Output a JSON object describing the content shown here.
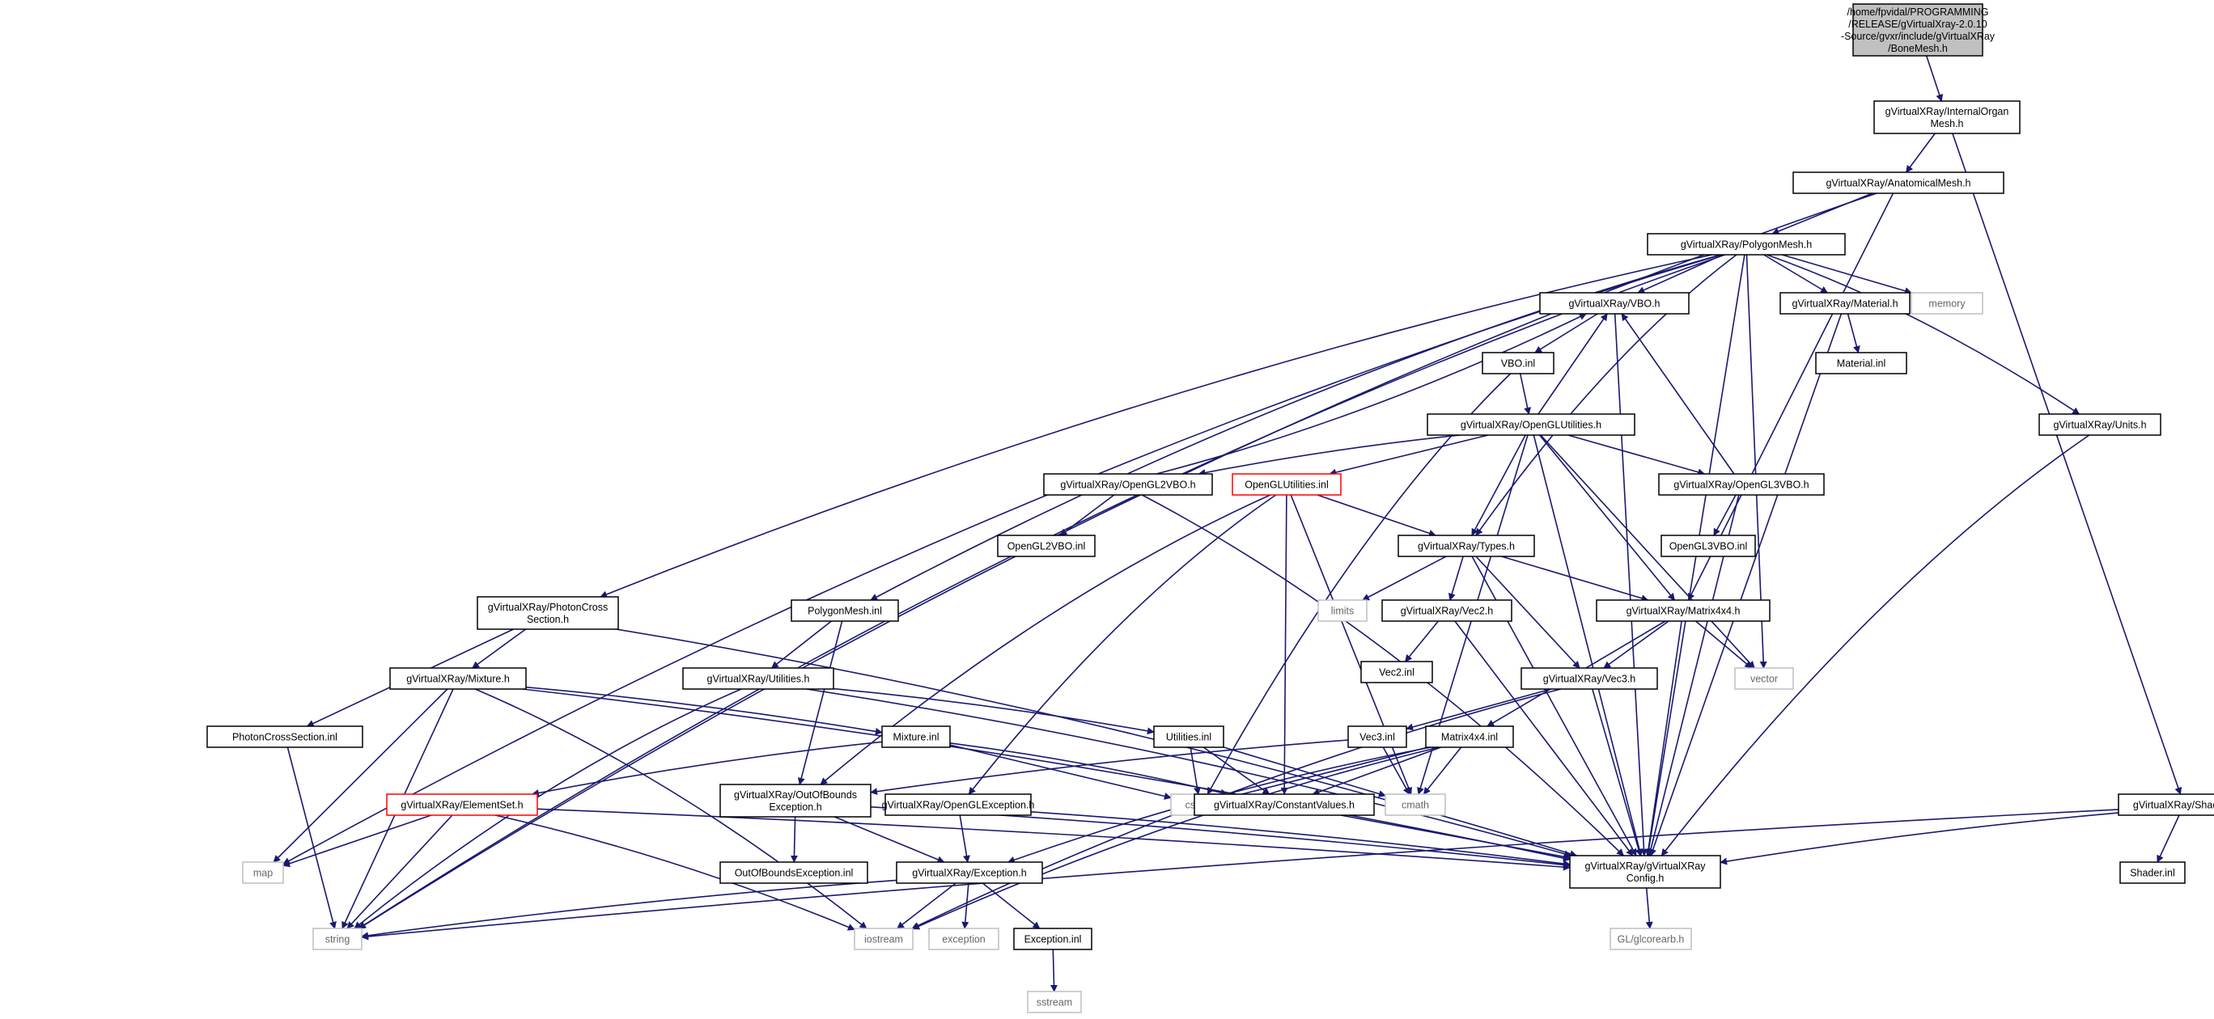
{
  "colors": {
    "edge": "#191970",
    "root_fill": "#c0c0c0",
    "node_fill": "#ffffff",
    "node_border": "#000000",
    "system_border": "#bfbfbf",
    "truncated_border": "#ff0000"
  },
  "nodes": {
    "root": {
      "lines": [
        "/home/fpvidal/PROGRAMMING",
        "/RELEASE/gVirtualXray-2.0.10",
        "-Source/gvxr/include/gVirtualXRay",
        "/BoneMesh.h"
      ],
      "kind": "root"
    },
    "internalorgan": {
      "lines": [
        "gVirtualXRay/InternalOrgan",
        "Mesh.h"
      ],
      "kind": "normal"
    },
    "anatomical": {
      "lines": [
        "gVirtualXRay/AnatomicalMesh.h"
      ],
      "kind": "normal"
    },
    "polygonmesh": {
      "lines": [
        "gVirtualXRay/PolygonMesh.h"
      ],
      "kind": "normal"
    },
    "vbo": {
      "lines": [
        "gVirtualXRay/VBO.h"
      ],
      "kind": "normal"
    },
    "material": {
      "lines": [
        "gVirtualXRay/Material.h"
      ],
      "kind": "normal"
    },
    "memory": {
      "lines": [
        "memory"
      ],
      "kind": "system"
    },
    "materialinl": {
      "lines": [
        "Material.inl"
      ],
      "kind": "normal"
    },
    "vboinl": {
      "lines": [
        "VBO.inl"
      ],
      "kind": "normal"
    },
    "units": {
      "lines": [
        "gVirtualXRay/Units.h"
      ],
      "kind": "normal"
    },
    "openglutil": {
      "lines": [
        "gVirtualXRay/OpenGLUtilities.h"
      ],
      "kind": "normal"
    },
    "opengl2vbo": {
      "lines": [
        "gVirtualXRay/OpenGL2VBO.h"
      ],
      "kind": "normal"
    },
    "openglutilinl": {
      "lines": [
        "OpenGLUtilities.inl"
      ],
      "kind": "truncated"
    },
    "opengl3vbo": {
      "lines": [
        "gVirtualXRay/OpenGL3VBO.h"
      ],
      "kind": "normal"
    },
    "opengl2vboinl": {
      "lines": [
        "OpenGL2VBO.inl"
      ],
      "kind": "normal"
    },
    "opengl3vboinl": {
      "lines": [
        "OpenGL3VBO.inl"
      ],
      "kind": "normal"
    },
    "types": {
      "lines": [
        "gVirtualXRay/Types.h"
      ],
      "kind": "normal"
    },
    "limits": {
      "lines": [
        "limits"
      ],
      "kind": "system"
    },
    "vec2": {
      "lines": [
        "gVirtualXRay/Vec2.h"
      ],
      "kind": "normal"
    },
    "matrix4x4": {
      "lines": [
        "gVirtualXRay/Matrix4x4.h"
      ],
      "kind": "normal"
    },
    "vector": {
      "lines": [
        "vector"
      ],
      "kind": "system"
    },
    "vec2inl": {
      "lines": [
        "Vec2.inl"
      ],
      "kind": "normal"
    },
    "vec3": {
      "lines": [
        "gVirtualXRay/Vec3.h"
      ],
      "kind": "normal"
    },
    "photoncross": {
      "lines": [
        "gVirtualXRay/PhotonCross",
        "Section.h"
      ],
      "kind": "normal"
    },
    "polygonmeshinl": {
      "lines": [
        "PolygonMesh.inl"
      ],
      "kind": "normal"
    },
    "mixture": {
      "lines": [
        "gVirtualXRay/Mixture.h"
      ],
      "kind": "normal"
    },
    "utilities": {
      "lines": [
        "gVirtualXRay/Utilities.h"
      ],
      "kind": "normal"
    },
    "photoncrossinl": {
      "lines": [
        "PhotonCrossSection.inl"
      ],
      "kind": "normal"
    },
    "mixtureinl": {
      "lines": [
        "Mixture.inl"
      ],
      "kind": "normal"
    },
    "utilitiesinl": {
      "lines": [
        "Utilities.inl"
      ],
      "kind": "normal"
    },
    "vec3inl": {
      "lines": [
        "Vec3.inl"
      ],
      "kind": "normal"
    },
    "matrix4x4inl": {
      "lines": [
        "Matrix4x4.inl"
      ],
      "kind": "normal"
    },
    "elementset": {
      "lines": [
        "gVirtualXRay/ElementSet.h"
      ],
      "kind": "truncated"
    },
    "outofbounds": {
      "lines": [
        "gVirtualXRay/OutOfBounds",
        "Exception.h"
      ],
      "kind": "normal"
    },
    "openglexception": {
      "lines": [
        "gVirtualXRay/OpenGLException.h"
      ],
      "kind": "normal"
    },
    "cstring": {
      "lines": [
        "cstring"
      ],
      "kind": "system"
    },
    "constantvalues": {
      "lines": [
        "gVirtualXRay/ConstantValues.h"
      ],
      "kind": "normal"
    },
    "cmath": {
      "lines": [
        "cmath"
      ],
      "kind": "system"
    },
    "shader": {
      "lines": [
        "gVirtualXRay/Shader.h"
      ],
      "kind": "normal"
    },
    "map": {
      "lines": [
        "map"
      ],
      "kind": "system"
    },
    "outofboundsinl": {
      "lines": [
        "OutOfBoundsException.inl"
      ],
      "kind": "normal"
    },
    "exception_h": {
      "lines": [
        "gVirtualXRay/Exception.h"
      ],
      "kind": "normal"
    },
    "config": {
      "lines": [
        "gVirtualXRay/gVirtualXRay",
        "Config.h"
      ],
      "kind": "normal"
    },
    "shaderinl": {
      "lines": [
        "Shader.inl"
      ],
      "kind": "normal"
    },
    "string": {
      "lines": [
        "string"
      ],
      "kind": "system"
    },
    "iostream": {
      "lines": [
        "iostream"
      ],
      "kind": "system"
    },
    "exception": {
      "lines": [
        "exception"
      ],
      "kind": "system"
    },
    "exceptioninl": {
      "lines": [
        "Exception.inl"
      ],
      "kind": "normal"
    },
    "glcorearb": {
      "lines": [
        "GL/glcorearb.h"
      ],
      "kind": "system"
    },
    "sstream": {
      "lines": [
        "sstream"
      ],
      "kind": "system"
    }
  },
  "edges": [
    [
      "root",
      "internalorgan"
    ],
    [
      "internalorgan",
      "anatomical"
    ],
    [
      "internalorgan",
      "shader"
    ],
    [
      "anatomical",
      "polygonmesh"
    ],
    [
      "anatomical",
      "string"
    ],
    [
      "anatomical",
      "matrix4x4"
    ],
    [
      "polygonmesh",
      "vbo"
    ],
    [
      "polygonmesh",
      "material"
    ],
    [
      "polygonmesh",
      "memory"
    ],
    [
      "polygonmesh",
      "units"
    ],
    [
      "polygonmesh",
      "types"
    ],
    [
      "polygonmesh",
      "vector"
    ],
    [
      "polygonmesh",
      "photoncross"
    ],
    [
      "polygonmesh",
      "polygonmeshinl"
    ],
    [
      "polygonmesh",
      "map"
    ],
    [
      "polygonmesh",
      "string"
    ],
    [
      "polygonmesh",
      "config"
    ],
    [
      "vbo",
      "vboinl"
    ],
    [
      "vbo",
      "config"
    ],
    [
      "material",
      "materialinl"
    ],
    [
      "material",
      "config"
    ],
    [
      "vboinl",
      "openglutil"
    ],
    [
      "vboinl",
      "cstring"
    ],
    [
      "openglutil",
      "vbo"
    ],
    [
      "openglutil",
      "opengl2vbo"
    ],
    [
      "openglutil",
      "openglutilinl"
    ],
    [
      "openglutil",
      "opengl3vbo"
    ],
    [
      "openglutil",
      "types"
    ],
    [
      "openglutil",
      "matrix4x4"
    ],
    [
      "openglutil",
      "vector"
    ],
    [
      "openglutil",
      "cmath"
    ],
    [
      "openglutil",
      "config"
    ],
    [
      "opengl2vbo",
      "vbo"
    ],
    [
      "opengl2vbo",
      "opengl2vboinl"
    ],
    [
      "opengl2vbo",
      "config"
    ],
    [
      "opengl3vbo",
      "vbo"
    ],
    [
      "opengl3vbo",
      "opengl3vboinl"
    ],
    [
      "opengl3vbo",
      "config"
    ],
    [
      "openglutilinl",
      "types"
    ],
    [
      "openglutilinl",
      "outofbounds"
    ],
    [
      "openglutilinl",
      "openglexception"
    ],
    [
      "openglutilinl",
      "constantvalues"
    ],
    [
      "openglutilinl",
      "cmath"
    ],
    [
      "types",
      "limits"
    ],
    [
      "types",
      "vec2"
    ],
    [
      "types",
      "vec3"
    ],
    [
      "types",
      "matrix4x4"
    ],
    [
      "types",
      "config"
    ],
    [
      "vec2",
      "vec2inl"
    ],
    [
      "vec2",
      "config"
    ],
    [
      "matrix4x4",
      "vec3"
    ],
    [
      "matrix4x4",
      "vector"
    ],
    [
      "matrix4x4",
      "matrix4x4inl"
    ],
    [
      "matrix4x4",
      "config"
    ],
    [
      "vec3",
      "vec3inl"
    ],
    [
      "vec3",
      "config"
    ],
    [
      "vec3",
      "iostream"
    ],
    [
      "units",
      "config"
    ],
    [
      "photoncross",
      "mixture"
    ],
    [
      "photoncross",
      "photoncrossinl"
    ],
    [
      "photoncross",
      "config"
    ],
    [
      "polygonmeshinl",
      "utilities"
    ],
    [
      "polygonmeshinl",
      "outofbounds"
    ],
    [
      "mixture",
      "mixtureinl"
    ],
    [
      "mixture",
      "map"
    ],
    [
      "mixture",
      "string"
    ],
    [
      "mixture",
      "iostream"
    ],
    [
      "mixture",
      "config"
    ],
    [
      "utilities",
      "utilitiesinl"
    ],
    [
      "utilities",
      "string"
    ],
    [
      "utilities",
      "config"
    ],
    [
      "photoncrossinl",
      "string"
    ],
    [
      "mixtureinl",
      "elementset"
    ],
    [
      "mixtureinl",
      "cstring"
    ],
    [
      "mixtureinl",
      "constantvalues"
    ],
    [
      "utilitiesinl",
      "cstring"
    ],
    [
      "utilitiesinl",
      "constantvalues"
    ],
    [
      "utilitiesinl",
      "cmath"
    ],
    [
      "vec3inl",
      "outofbounds"
    ],
    [
      "vec3inl",
      "cmath"
    ],
    [
      "matrix4x4inl",
      "cstring"
    ],
    [
      "matrix4x4inl",
      "constantvalues"
    ],
    [
      "matrix4x4inl",
      "cmath"
    ],
    [
      "matrix4x4inl",
      "exception_h"
    ],
    [
      "matrix4x4inl",
      "iostream"
    ],
    [
      "elementset",
      "map"
    ],
    [
      "elementset",
      "string"
    ],
    [
      "elementset",
      "iostream"
    ],
    [
      "elementset",
      "config"
    ],
    [
      "outofbounds",
      "outofboundsinl"
    ],
    [
      "outofbounds",
      "exception_h"
    ],
    [
      "outofbounds",
      "config"
    ],
    [
      "openglexception",
      "exception_h"
    ],
    [
      "openglexception",
      "config"
    ],
    [
      "constantvalues",
      "config"
    ],
    [
      "shader",
      "shaderinl"
    ],
    [
      "shader",
      "config"
    ],
    [
      "shader",
      "string"
    ],
    [
      "exception_h",
      "string"
    ],
    [
      "exception_h",
      "iostream"
    ],
    [
      "exception_h",
      "exception"
    ],
    [
      "exception_h",
      "exceptioninl"
    ],
    [
      "exceptioninl",
      "sstream"
    ],
    [
      "config",
      "glcorearb"
    ]
  ]
}
